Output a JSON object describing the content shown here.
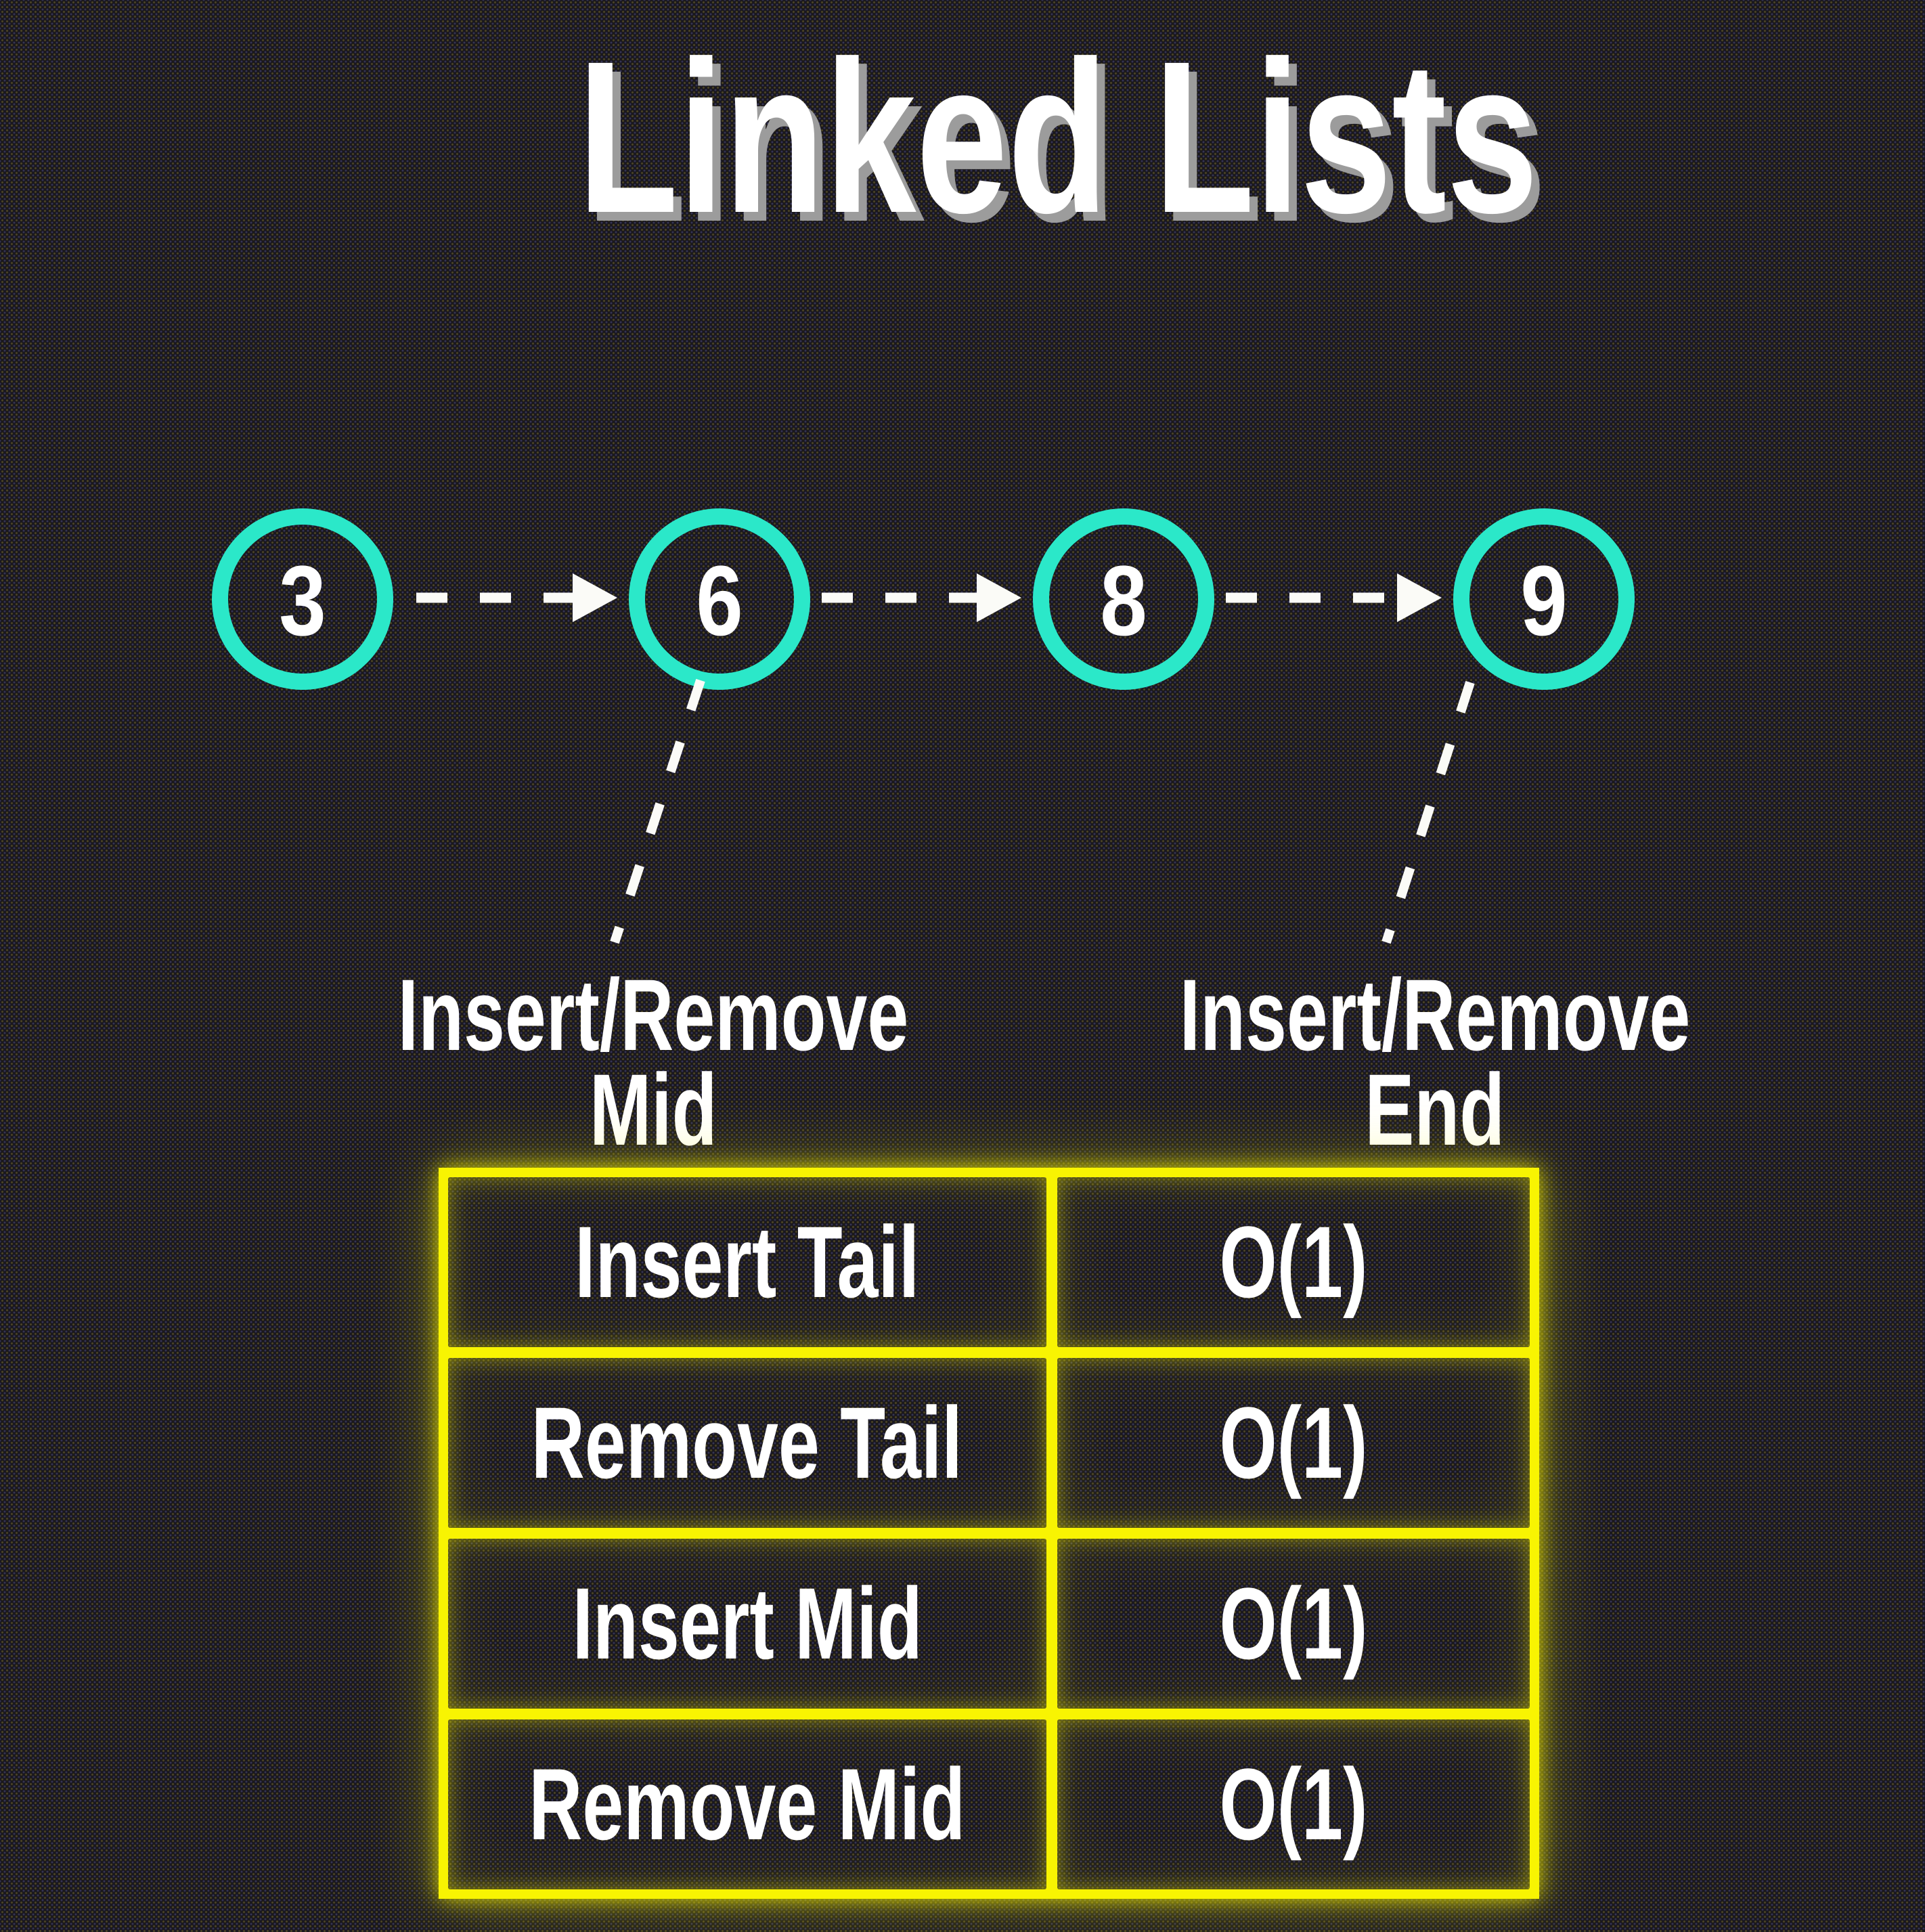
{
  "title": "Linked Lists",
  "colors": {
    "background": "#1b191e",
    "node_ring": "#2be8c9",
    "connector": "#fbfbf7",
    "table_border": "#f8f402",
    "text": "#ffffff",
    "title_shadow": "#9c9c9c"
  },
  "diagram": {
    "nodes": [
      {
        "value": "3"
      },
      {
        "value": "6"
      },
      {
        "value": "8"
      },
      {
        "value": "9"
      }
    ],
    "annotations": [
      {
        "line1": "Insert/Remove",
        "line2": "Mid"
      },
      {
        "line1": "Insert/Remove",
        "line2": "End"
      }
    ]
  },
  "table": {
    "rows": [
      {
        "operation": "Insert Tail",
        "complexity": "O(1)"
      },
      {
        "operation": "Remove Tail",
        "complexity": "O(1)"
      },
      {
        "operation": "Insert Mid",
        "complexity": "O(1)"
      },
      {
        "operation": "Remove Mid",
        "complexity": "O(1)"
      }
    ]
  }
}
